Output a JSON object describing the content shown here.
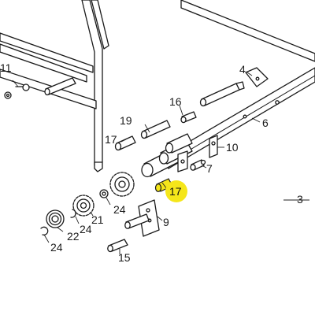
{
  "diagram": {
    "highlight_color": "#f5e61a",
    "highlighted_part": "17",
    "callouts": {
      "c3": "3",
      "c4": "4",
      "c6": "6",
      "c7": "7",
      "c9": "9",
      "c10": "10",
      "c11": "11",
      "c15": "15",
      "c16": "16",
      "c17a": "17",
      "c17b": "17",
      "c19": "19",
      "c21": "21",
      "c22": "22",
      "c24a": "24",
      "c24b": "24",
      "c24c": "24"
    }
  }
}
